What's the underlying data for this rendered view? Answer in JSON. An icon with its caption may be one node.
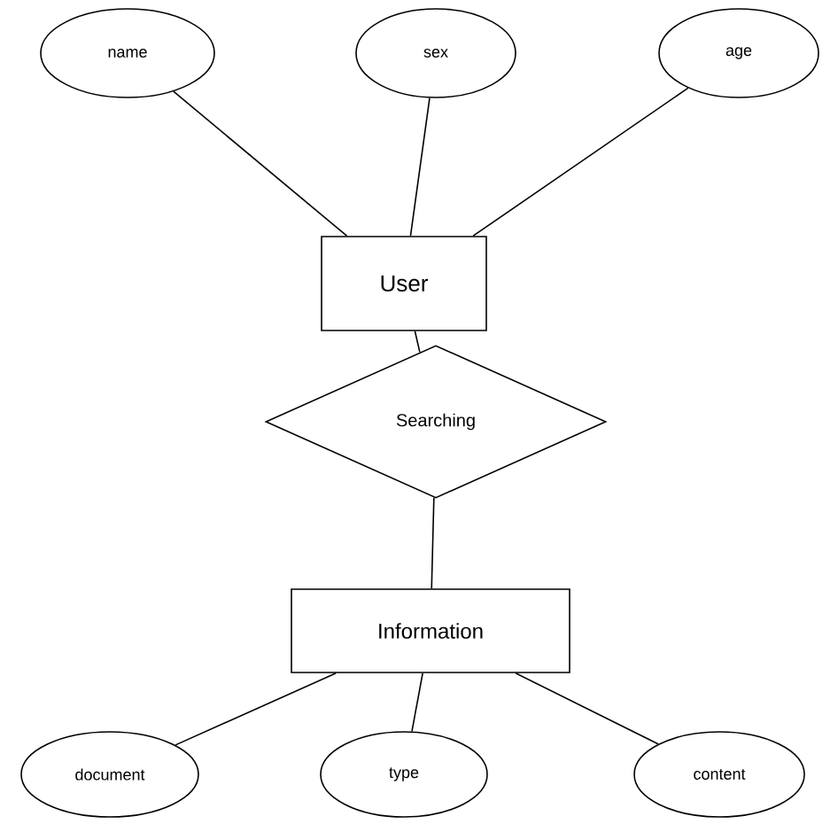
{
  "diagram": {
    "nodes": [
      {
        "text": [
          "name"
        ]
      },
      {
        "text": [
          "sex"
        ]
      },
      {
        "text": [
          "age"
        ]
      },
      {
        "text": [
          "User"
        ]
      },
      {
        "text": [
          "Searching"
        ]
      },
      {
        "text": [
          "Information"
        ]
      },
      {
        "text": [
          "document"
        ]
      },
      {
        "text": [
          "type"
        ]
      },
      {
        "text": [
          "content"
        ]
      }
    ],
    "edges": [
      {
        "from": 0,
        "to": 3,
        "arrow": "none"
      },
      {
        "from": 1,
        "to": 3,
        "arrow": "none"
      },
      {
        "from": 2,
        "to": 3,
        "arrow": "none"
      },
      {
        "from": 3,
        "to": 4,
        "arrow": "none"
      },
      {
        "from": 4,
        "to": 5,
        "arrow": "none"
      },
      {
        "from": 5,
        "to": 6,
        "arrow": "none"
      },
      {
        "from": 5,
        "to": 7,
        "arrow": "none"
      },
      {
        "from": 5,
        "to": 8,
        "arrow": "none"
      }
    ]
  }
}
